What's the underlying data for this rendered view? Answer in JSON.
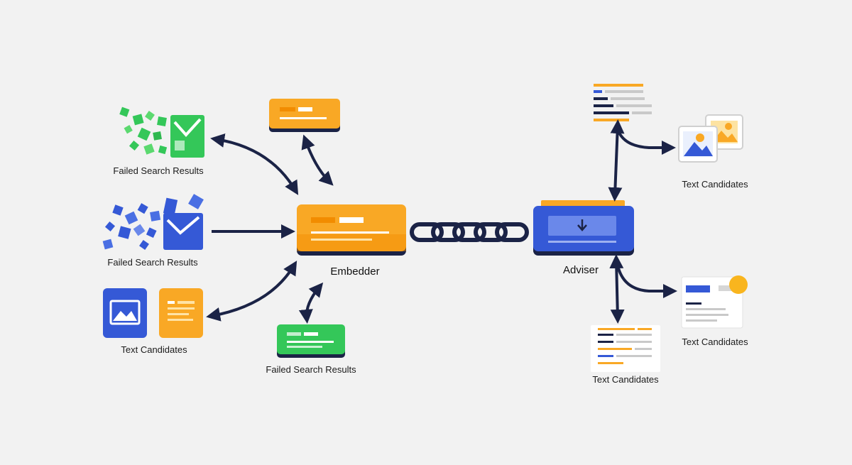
{
  "nodes": {
    "embedder": {
      "label": "Embedder"
    },
    "adviser": {
      "label": "Adviser"
    }
  },
  "inputs": {
    "top": {
      "label": "Failed Search Results"
    },
    "middle": {
      "label": "Failed Search Results"
    },
    "bottom": {
      "label": "Text Candidates"
    },
    "lower_card": {
      "label": "Failed Search Results"
    }
  },
  "outputs": {
    "upper_right": {
      "label": "Text Candidates"
    },
    "lower_right": {
      "label": "Text Candidates"
    },
    "lower_center": {
      "label": "Text Candidates"
    }
  },
  "colors": {
    "orange": "#f9a825",
    "orange_dark": "#f28c00",
    "blue": "#3559d6",
    "blue_dark": "#2443b5",
    "green": "#34c759",
    "navy": "#1b2346",
    "background": "#f2f2f2"
  }
}
